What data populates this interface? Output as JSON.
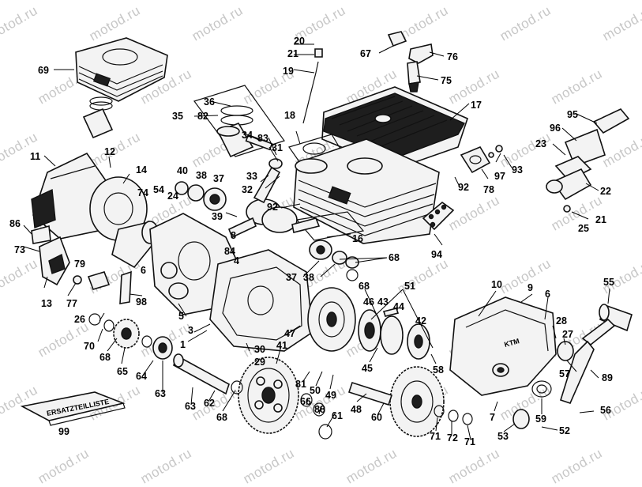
{
  "watermark": "motod.ru",
  "stamp_text": "KTM",
  "booklet_text": "ERSATZTEILLISTE",
  "callouts": [
    {
      "id": "c69",
      "label": "69"
    },
    {
      "id": "c20",
      "label": "20"
    },
    {
      "id": "c21a",
      "label": "21"
    },
    {
      "id": "c19",
      "label": "19"
    },
    {
      "id": "c67",
      "label": "67"
    },
    {
      "id": "c76",
      "label": "76"
    },
    {
      "id": "c75",
      "label": "75"
    },
    {
      "id": "c36",
      "label": "36"
    },
    {
      "id": "c82",
      "label": "82"
    },
    {
      "id": "c35",
      "label": "35"
    },
    {
      "id": "c34",
      "label": "34"
    },
    {
      "id": "c83",
      "label": "83"
    },
    {
      "id": "c18",
      "label": "18"
    },
    {
      "id": "c17",
      "label": "17"
    },
    {
      "id": "c95",
      "label": "95"
    },
    {
      "id": "c96",
      "label": "96"
    },
    {
      "id": "c23",
      "label": "23"
    },
    {
      "id": "c12",
      "label": "12"
    },
    {
      "id": "c11",
      "label": "11"
    },
    {
      "id": "c14",
      "label": "14"
    },
    {
      "id": "c40",
      "label": "40"
    },
    {
      "id": "c38a",
      "label": "38"
    },
    {
      "id": "c37a",
      "label": "37"
    },
    {
      "id": "c31",
      "label": "31"
    },
    {
      "id": "c33",
      "label": "33"
    },
    {
      "id": "c32",
      "label": "32"
    },
    {
      "id": "c92a",
      "label": "92"
    },
    {
      "id": "c78",
      "label": "78"
    },
    {
      "id": "c97",
      "label": "97"
    },
    {
      "id": "c93",
      "label": "93"
    },
    {
      "id": "c22",
      "label": "22"
    },
    {
      "id": "c21b",
      "label": "21"
    },
    {
      "id": "c25",
      "label": "25"
    },
    {
      "id": "c74",
      "label": "74"
    },
    {
      "id": "c54",
      "label": "54"
    },
    {
      "id": "c24",
      "label": "24"
    },
    {
      "id": "c39",
      "label": "39"
    },
    {
      "id": "c92b",
      "label": "92"
    },
    {
      "id": "c86",
      "label": "86"
    },
    {
      "id": "c73",
      "label": "73"
    },
    {
      "id": "c16",
      "label": "16"
    },
    {
      "id": "c94",
      "label": "94"
    },
    {
      "id": "c8",
      "label": "8"
    },
    {
      "id": "c84",
      "label": "84"
    },
    {
      "id": "c4",
      "label": "4"
    },
    {
      "id": "c68a",
      "label": "68"
    },
    {
      "id": "c79",
      "label": "79"
    },
    {
      "id": "c6a",
      "label": "6"
    },
    {
      "id": "c37b",
      "label": "37"
    },
    {
      "id": "c38b",
      "label": "38"
    },
    {
      "id": "c51",
      "label": "51"
    },
    {
      "id": "c10",
      "label": "10"
    },
    {
      "id": "c9",
      "label": "9"
    },
    {
      "id": "c6b",
      "label": "6"
    },
    {
      "id": "c55",
      "label": "55"
    },
    {
      "id": "c13",
      "label": "13"
    },
    {
      "id": "c77",
      "label": "77"
    },
    {
      "id": "c98",
      "label": "98"
    },
    {
      "id": "c68b",
      "label": "68"
    },
    {
      "id": "c46",
      "label": "46"
    },
    {
      "id": "c43",
      "label": "43"
    },
    {
      "id": "c44",
      "label": "44"
    },
    {
      "id": "c42",
      "label": "42"
    },
    {
      "id": "c26",
      "label": "26"
    },
    {
      "id": "c5",
      "label": "5"
    },
    {
      "id": "c47",
      "label": "47"
    },
    {
      "id": "c28",
      "label": "28"
    },
    {
      "id": "c27",
      "label": "27"
    },
    {
      "id": "c70",
      "label": "70"
    },
    {
      "id": "c68c",
      "label": "68"
    },
    {
      "id": "c3",
      "label": "3"
    },
    {
      "id": "c1",
      "label": "1"
    },
    {
      "id": "c41",
      "label": "41"
    },
    {
      "id": "c30",
      "label": "30"
    },
    {
      "id": "c29",
      "label": "29"
    },
    {
      "id": "c45",
      "label": "45"
    },
    {
      "id": "c58",
      "label": "58"
    },
    {
      "id": "c57",
      "label": "57"
    },
    {
      "id": "c89",
      "label": "89"
    },
    {
      "id": "c65",
      "label": "65"
    },
    {
      "id": "c64",
      "label": "64"
    },
    {
      "id": "c81",
      "label": "81"
    },
    {
      "id": "c50",
      "label": "50"
    },
    {
      "id": "c49",
      "label": "49"
    },
    {
      "id": "c63a",
      "label": "63"
    },
    {
      "id": "c63b",
      "label": "63"
    },
    {
      "id": "c62",
      "label": "62"
    },
    {
      "id": "c68d",
      "label": "68"
    },
    {
      "id": "c66",
      "label": "66"
    },
    {
      "id": "c88",
      "label": "88"
    },
    {
      "id": "c61",
      "label": "61"
    },
    {
      "id": "c48",
      "label": "48"
    },
    {
      "id": "c60",
      "label": "60"
    },
    {
      "id": "c71a",
      "label": "71"
    },
    {
      "id": "c72",
      "label": "72"
    },
    {
      "id": "c71b",
      "label": "71"
    },
    {
      "id": "c7",
      "label": "7"
    },
    {
      "id": "c59",
      "label": "59"
    },
    {
      "id": "c56",
      "label": "56"
    },
    {
      "id": "c53",
      "label": "53"
    },
    {
      "id": "c52",
      "label": "52"
    },
    {
      "id": "c99",
      "label": "99"
    }
  ]
}
